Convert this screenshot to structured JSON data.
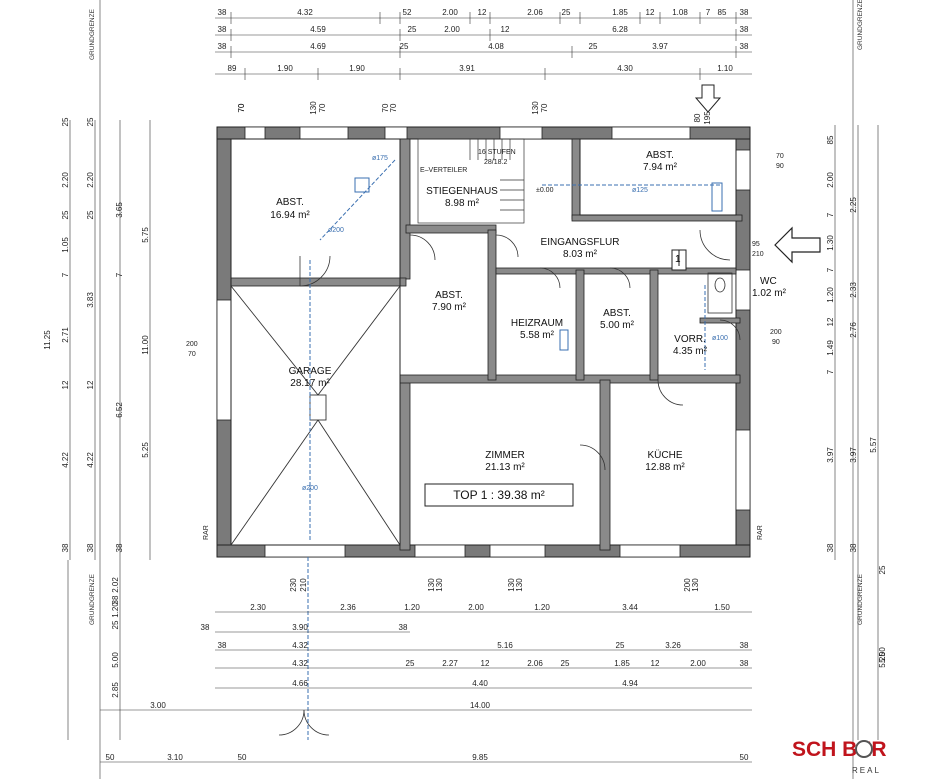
{
  "rooms": {
    "garage": {
      "name": "GARAGE",
      "area": "28.17 m²"
    },
    "abst_left": {
      "name": "ABST.",
      "area": "16.94 m²"
    },
    "stiegenhaus": {
      "name": "STIEGENHAUS",
      "area": "8.98 m²"
    },
    "abst_top_right": {
      "name": "ABST.",
      "area": "7.94 m²"
    },
    "eingangsflur": {
      "name": "EINGANGSFLUR",
      "area": "8.03 m²"
    },
    "abst_mid": {
      "name": "ABST.",
      "area": "7.90 m²"
    },
    "heizraum": {
      "name": "HEIZRAUM",
      "area": "5.58 m²"
    },
    "abst_small": {
      "name": "ABST.",
      "area": "5.00 m²"
    },
    "vorr": {
      "name": "VORR.",
      "area": "4.35 m²"
    },
    "wc": {
      "name": "WC",
      "area": "1.02 m²"
    },
    "zimmer": {
      "name": "ZIMMER",
      "area": "21.13 m²"
    },
    "kueche": {
      "name": "KÜCHE",
      "area": "12.88 m²"
    }
  },
  "top_box": "TOP 1 :  39.38 m²",
  "stair_text": {
    "stufen": "16 STUFEN",
    "ratio": "28/18.2",
    "level": "±0.00",
    "verteiler": "E–VERTEILER"
  },
  "pipe_labels": {
    "p175": "ø175",
    "p200a": "ø200",
    "p125": "ø125",
    "p100": "ø100",
    "p200b": "ø200"
  },
  "grundgrenze": "GRUNDGRENZE",
  "rar": "RAR",
  "door_dims": {
    "d1": "95",
    "d2": "210",
    "d3": "200",
    "d4": "90",
    "d5": "70",
    "d6": "90",
    "d7": "200",
    "d8": "70"
  },
  "marker_1": "1",
  "top_dims": {
    "row1": [
      "38",
      "4.32",
      "52",
      "2.00",
      "12",
      "2.06",
      "25",
      "1.85",
      "12",
      "1.08",
      "7",
      "85",
      "38"
    ],
    "row2": [
      "38",
      "4.59",
      "25",
      "2.00",
      "12",
      "6.28",
      "38"
    ],
    "row3": [
      "38",
      "4.69",
      "25",
      "4.08",
      "25",
      "3.97",
      "38"
    ],
    "row4": [
      "89",
      "1.90",
      "1.90",
      "3.91",
      "4.30",
      "1.10"
    ],
    "win": [
      "70",
      "70",
      "130",
      "70",
      "70",
      "70",
      "130",
      "70",
      "80",
      "195"
    ]
  },
  "bottom_dims": {
    "win": [
      "130",
      "130",
      "230",
      "210",
      "130",
      "130",
      "200",
      "130"
    ],
    "row1": [
      "2.30",
      "2.36",
      "1.20",
      "2.00",
      "1.20",
      "3.44",
      "1.50"
    ],
    "row2": [
      "38",
      "3.90",
      "38"
    ],
    "row3": [
      "38",
      "4.32",
      "5.16",
      "25",
      "3.26",
      "38"
    ],
    "row4": [
      "4.32",
      "25",
      "2.27",
      "12",
      "2.06",
      "25",
      "1.85",
      "12",
      "2.00",
      "38"
    ],
    "row5": [
      "4.66",
      "4.40",
      "4.94"
    ],
    "row6": [
      "3.00",
      "14.00"
    ],
    "row7": [
      "50",
      "3.10",
      "50",
      "9.85",
      "50"
    ]
  },
  "left_dims": {
    "col1": [
      "25",
      "2.20",
      "25",
      "1.05",
      "7",
      "2.71",
      "12",
      "4.22",
      "38"
    ],
    "col2": [
      "25",
      "2.20",
      "25",
      "3.83",
      "12",
      "4.22",
      "38"
    ],
    "col3": [
      "3.65",
      "7",
      "6.52",
      "38"
    ],
    "col4": [
      "5.75",
      "11.00",
      "5.25"
    ],
    "col5": [
      "11.25"
    ],
    "lower": [
      "2.02",
      "38",
      "1.20",
      "25",
      "5.00",
      "2.85"
    ]
  },
  "right_dims": {
    "col1": [
      "85",
      "2.00",
      "7",
      "1.30",
      "7",
      "1.20",
      "12",
      "1.49",
      "7",
      "3.97",
      "38"
    ],
    "col2": [
      "2.25",
      "2.33",
      "2.76",
      "3.97",
      "38"
    ],
    "col3": [
      "5.57"
    ],
    "lower": [
      "25",
      "5.25",
      "5.00"
    ]
  },
  "logo": {
    "text": "SCH BER",
    "sub": "REAL"
  }
}
